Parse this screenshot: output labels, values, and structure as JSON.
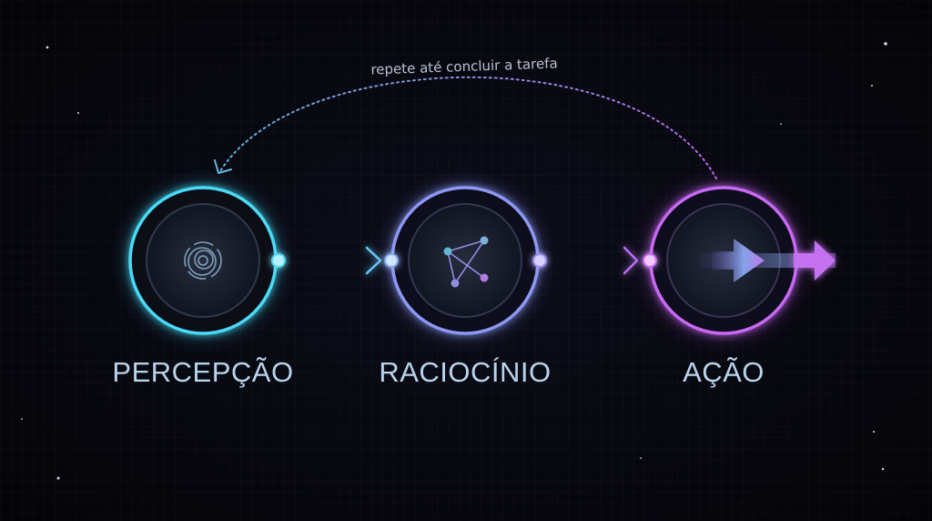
{
  "loop_label": "repete até concluir a tarefa",
  "stages": [
    {
      "label": "PERCEPÇÃO",
      "icon": "signal-waves-icon",
      "color": "#45d6f5"
    },
    {
      "label": "RACIOCÍNIO",
      "icon": "network-nodes-icon",
      "color": "#7f8cf0"
    },
    {
      "label": "AÇÃO",
      "icon": "arrow-right-icon",
      "color": "#c060f0"
    }
  ]
}
